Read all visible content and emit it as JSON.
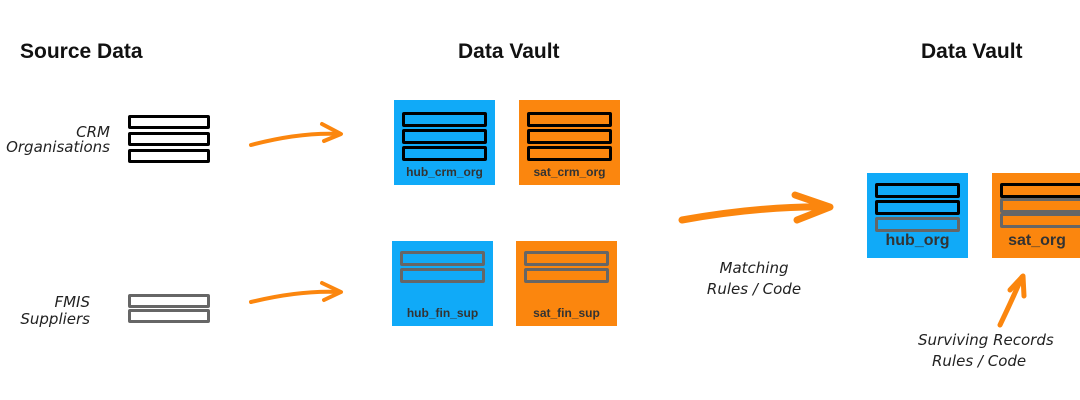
{
  "headings": {
    "source": "Source Data",
    "vault1": "Data Vault",
    "vault2": "Data Vault"
  },
  "sources": [
    {
      "line1": "CRM",
      "line2": "Organisations"
    },
    {
      "line1": "FMIS",
      "line2": "Suppliers"
    }
  ],
  "tables": {
    "hub_crm_org": "hub_crm_org",
    "sat_crm_org": "sat_crm_org",
    "hub_fin_sup": "hub_fin_sup",
    "sat_fin_sup": "sat_fin_sup",
    "hub_org": "hub_org",
    "sat_org": "sat_org"
  },
  "annotations": {
    "matching1": "Matching",
    "matching2": "Rules / Code",
    "surviving1": "Surviving Records",
    "surviving2": "Rules / Code"
  },
  "colors": {
    "hub": "#10aaf8",
    "sat": "#fb860e",
    "arrow": "#fb860e"
  }
}
